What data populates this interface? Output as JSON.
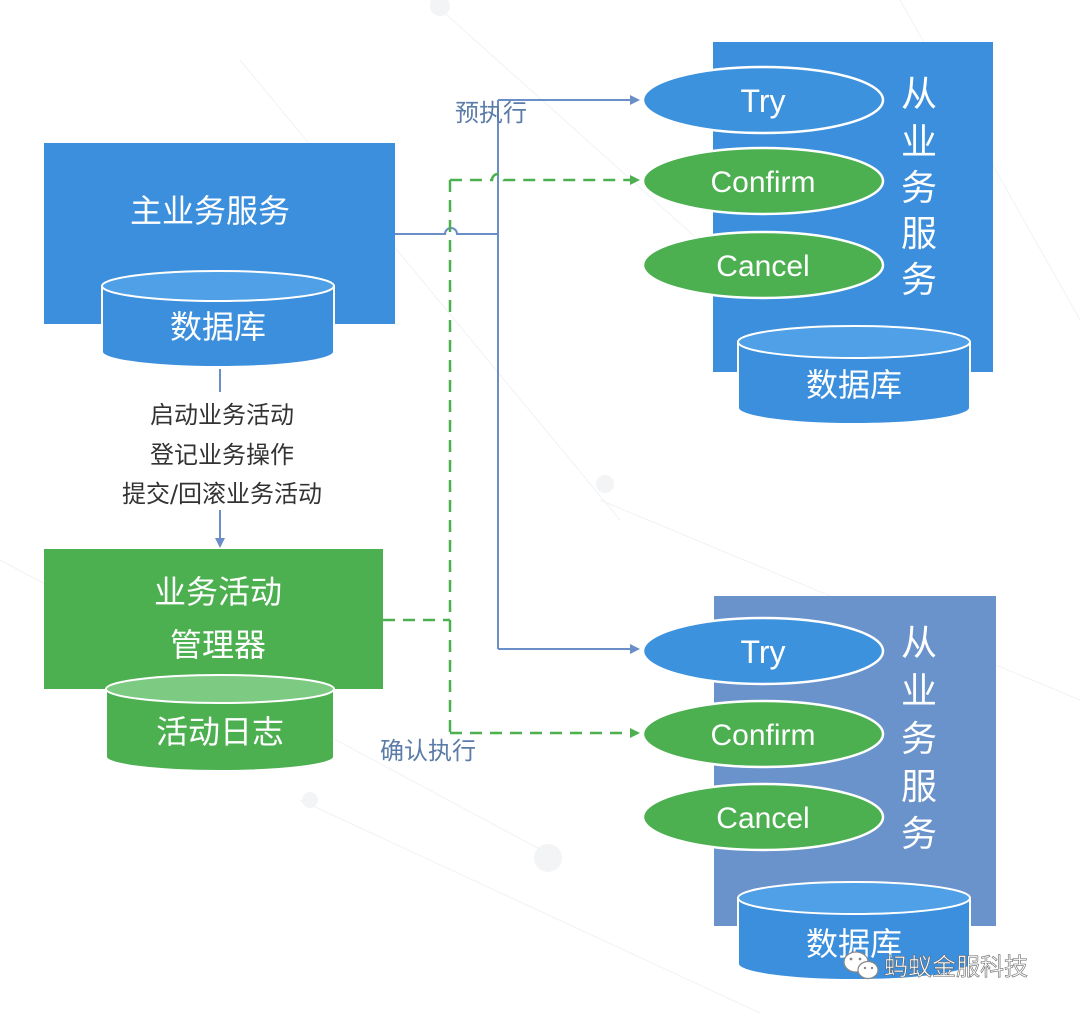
{
  "main_service": {
    "title": "主业务服务",
    "database": "数据库"
  },
  "process_steps": {
    "line1": "启动业务活动",
    "line2": "登记业务操作",
    "line3": "提交/回滚业务活动"
  },
  "activity_manager": {
    "title_line1": "业务活动",
    "title_line2": "管理器",
    "log": "活动日志"
  },
  "edge_labels": {
    "pre_execute": "预执行",
    "confirm_execute": "确认执行"
  },
  "slave_services": [
    {
      "title_chars": [
        "从",
        "业",
        "务",
        "服",
        "务"
      ],
      "try": "Try",
      "confirm": "Confirm",
      "cancel": "Cancel",
      "database": "数据库"
    },
    {
      "title_chars": [
        "从",
        "业",
        "务",
        "服",
        "务"
      ],
      "try": "Try",
      "confirm": "Confirm",
      "cancel": "Cancel",
      "database": "数据库"
    }
  ],
  "watermark": "蚂蚁金服科技",
  "colors": {
    "blue_box": "#3c8fdc",
    "blue_box_2": "#6a93cc",
    "green_box": "#4caf50",
    "ellipse_blue": "#3d92de",
    "ellipse_green": "#4caf50",
    "db_blue": "#3c8fdc",
    "db_green": "#4caf50",
    "solid_line": "#6a8fc8",
    "dashed_line": "#4caf50",
    "label_text": "#5b7ba8"
  }
}
